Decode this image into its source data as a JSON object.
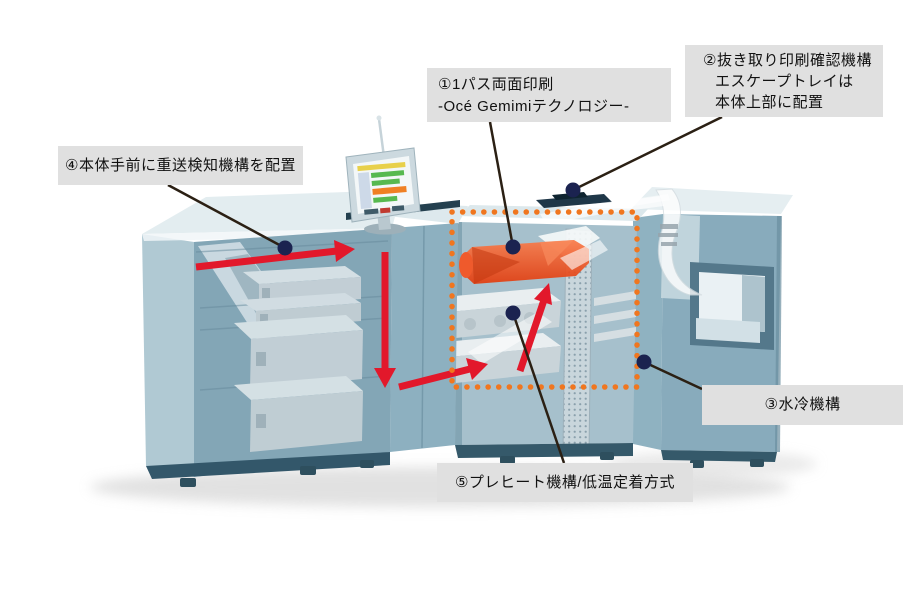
{
  "callouts": {
    "one": {
      "lines": [
        "①1パス両面印刷",
        "-Océ Gemimiテクノロジー-"
      ]
    },
    "two": {
      "lines": [
        "②抜き取り印刷確認機構",
        "エスケープトレイは",
        "本体上部に配置"
      ]
    },
    "three": {
      "lines": [
        "③水冷機構"
      ]
    },
    "four": {
      "lines": [
        "④本体手前に重送検知機構を配置"
      ]
    },
    "five": {
      "lines": [
        "⑤プレヒート機構/低温定着方式"
      ]
    }
  },
  "colors": {
    "background": "#ffffff",
    "label_background": "#e0e0e0",
    "label_text": "#111111",
    "paper_path_arrow_red": "#e2182b",
    "highlight_dotted_orange": "#f0761f",
    "callout_line_dark": "#2b2014",
    "callout_dot_navy": "#1b2350",
    "machine_body_teal": "#86a8b8",
    "machine_top_light": "#e3edf0",
    "print_drum_orange": "#e84a1d"
  },
  "illustration": {
    "subject": "production-printer-paper-path-diagram",
    "highlighted_zone": "print-engine-section",
    "paper_path_arrow_count": 4,
    "callout_count": 5
  }
}
